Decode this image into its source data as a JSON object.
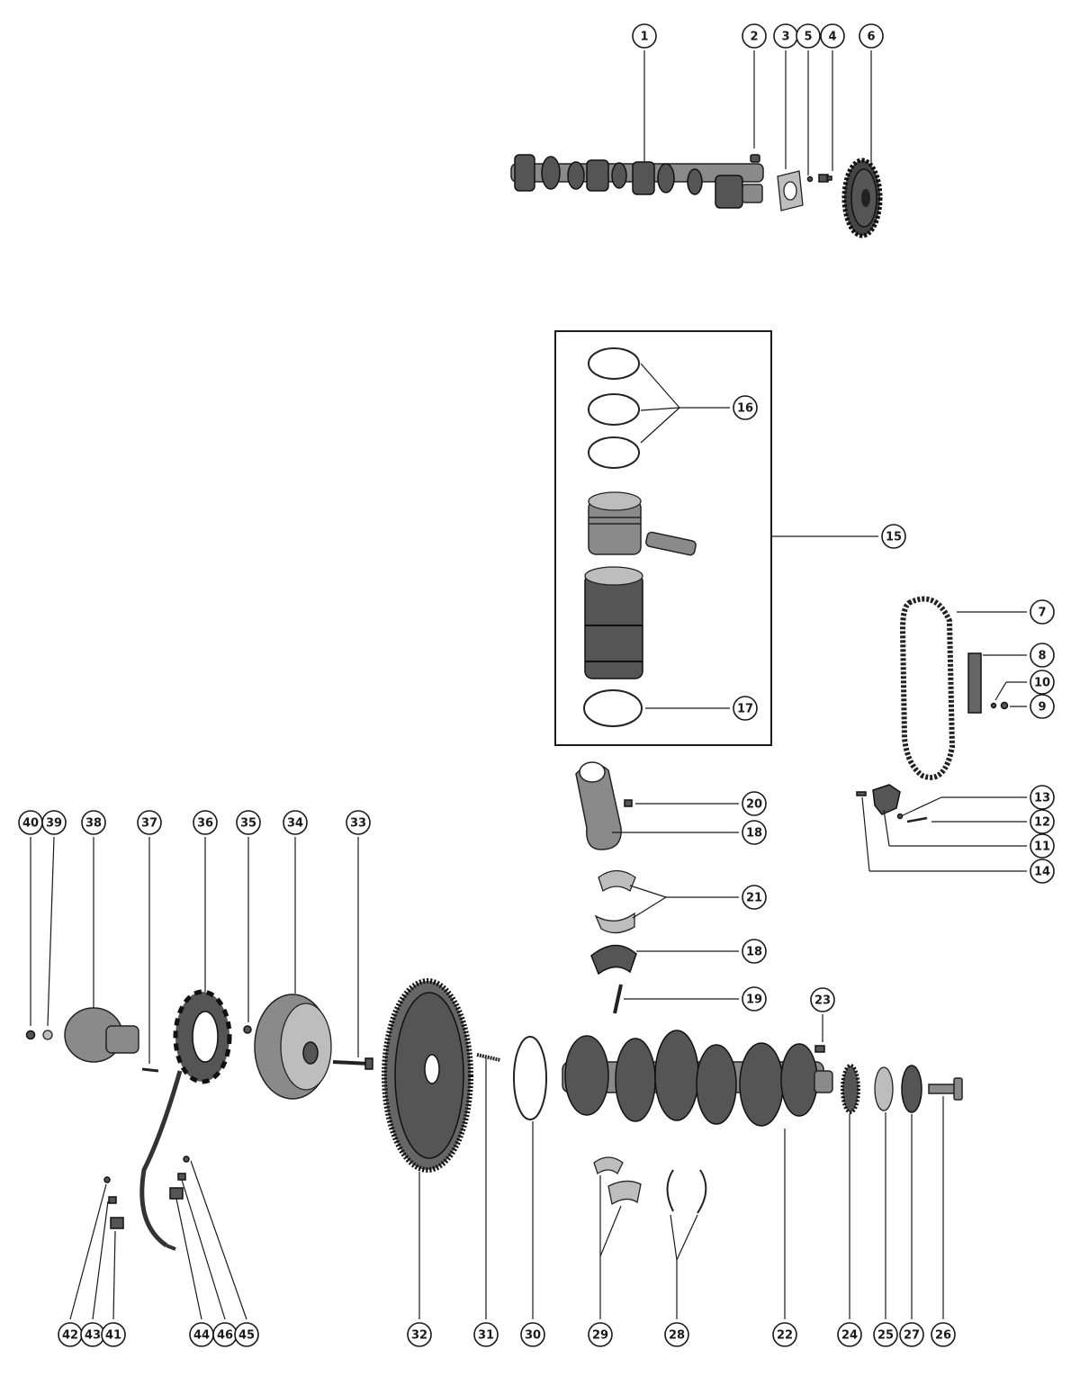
{
  "callouts": [
    {
      "n": "1"
    },
    {
      "n": "2"
    },
    {
      "n": "3"
    },
    {
      "n": "5"
    },
    {
      "n": "4"
    },
    {
      "n": "6"
    },
    {
      "n": "16"
    },
    {
      "n": "15"
    },
    {
      "n": "7"
    },
    {
      "n": "8"
    },
    {
      "n": "10"
    },
    {
      "n": "9"
    },
    {
      "n": "17"
    },
    {
      "n": "20"
    },
    {
      "n": "18"
    },
    {
      "n": "13"
    },
    {
      "n": "12"
    },
    {
      "n": "11"
    },
    {
      "n": "14"
    },
    {
      "n": "40"
    },
    {
      "n": "39"
    },
    {
      "n": "38"
    },
    {
      "n": "37"
    },
    {
      "n": "36"
    },
    {
      "n": "35"
    },
    {
      "n": "34"
    },
    {
      "n": "33"
    },
    {
      "n": "21"
    },
    {
      "n": "18"
    },
    {
      "n": "19"
    },
    {
      "n": "23"
    },
    {
      "n": "42"
    },
    {
      "n": "43"
    },
    {
      "n": "41"
    },
    {
      "n": "44"
    },
    {
      "n": "46"
    },
    {
      "n": "45"
    },
    {
      "n": "32"
    },
    {
      "n": "31"
    },
    {
      "n": "30"
    },
    {
      "n": "29"
    },
    {
      "n": "28"
    },
    {
      "n": "22"
    },
    {
      "n": "24"
    },
    {
      "n": "25"
    },
    {
      "n": "27"
    },
    {
      "n": "26"
    }
  ]
}
